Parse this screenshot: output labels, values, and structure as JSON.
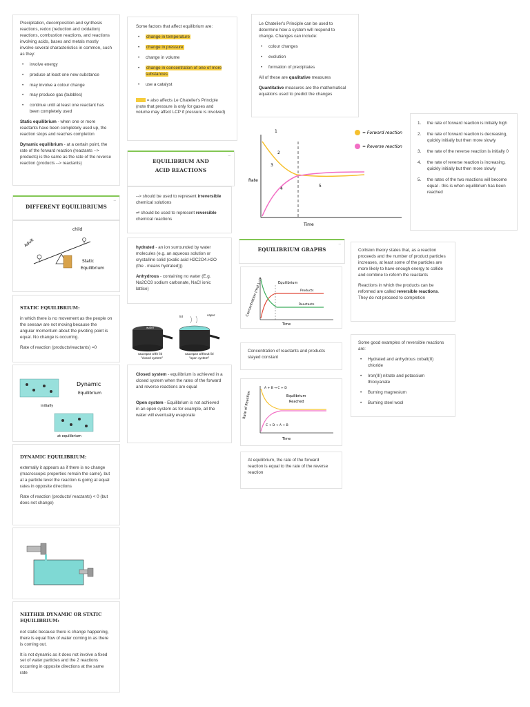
{
  "col1": {
    "intro": {
      "text": "Precipitation, decomposition and synthesis reactions, redox (reduction and oxidation) reactions, combustion reactions, and reactions involving acids, bases and metals mostly involve several characteristics in common, such as they:",
      "bullets": [
        "involve energy",
        "produce at least one new substance",
        "may involve a colour change",
        "may produce gas (bubbles)",
        "continue until at least one reactant has been completely used"
      ],
      "static_term": "Static equilibrium",
      "static_def": " - when one or more reactants have been completely used up, the reaction stops and reaches completion",
      "dynamic_term": "Dynamic equilibrium",
      "dynamic_def": " - at a certain point, the rate of the forward reaction (reactants --> products) is the same as the rate of the reverse reaction (products --> reactants)"
    },
    "header_title": "DIFFERENT EQUILIBRIUMS",
    "seesaw": {
      "adult": "Adult",
      "child": "child",
      "static": "Static",
      "equilibrium": "Equilibrium"
    },
    "static_card": {
      "title": "STATIC EQUILIBRIUM:",
      "text": "in which there is no movement as the people on the seesaw are not moving because the angular momentum about the pivoting point is equal. No change is occurring.",
      "rate": "Rate of reaction (products/reactants) =0"
    },
    "dynamic_sketch": {
      "label1": "Dynamic",
      "label2": "Equilibrium",
      "label3": "initially",
      "label4": "at equilibrium"
    },
    "dynamic_card": {
      "title": "DYNAMIC EQUILIBRIUM:",
      "text": "externally it appears as if there is no change (macroscopic properties remain the same), but at a particle level the reaction is going at equal rates in opposite directions",
      "rate": "Rate of reaction (products/ reactants) < 0 (but does not change)"
    },
    "neither_card": {
      "title": "NEITHER DYNAMIC OR STATIC EQUILIBRIUM:",
      "p1": "not static because there is change happening, there is equal flow of water coming in as there is coming out.",
      "p2": "It is not dynamic as it does not involve a fixed set of water particles and the 2 reactions occurring in opposite directions at the same rate"
    }
  },
  "col2": {
    "factors": {
      "intro": "Some factors that affect equilibrium are:",
      "items": [
        "change in temperature",
        "change in pressure",
        "change in volume",
        "change in concentration of one of more substances",
        "use a catalyst"
      ],
      "note": " = also affects Le Chatelier's Principle (note that pressure is only for gases and volume may affect LCP if pressure is involved)"
    },
    "header_title_1": "EQUILIBRIUM AND",
    "header_title_2": "ACID REACTIONS",
    "arrows": {
      "a1": "--> should be used to represent ",
      "a1_bold": "irreversible",
      "a1_end": " chemical solutions",
      "a2": "⇌ should be used to represent ",
      "a2_bold": "reversible",
      "a2_end": " chemical reactions"
    },
    "hydrated": {
      "term": "hydrated",
      "def": " - an ion surrounded by water molecules (e.g. an aqueous solution or crystalline solid (oxalic acid H2C2O4.H2O (the . means hydrated)))",
      "term2": "Anhydrous",
      "def2": " - containing no water (E.g. Na2CO3 sodium carbonate, NaCl ionic lattice)"
    },
    "pots": {
      "lid": "lid",
      "water": "water",
      "vapour": "vapor",
      "left": "saucepan with lid",
      "left2": "\"closed system\"",
      "right": "saucepan without lid",
      "right2": "\"open system\""
    },
    "systems": {
      "closed_term": "Closed system",
      "closed_def": " - equilibrium is achieved in a closed system when the rates of the forward and reverse reactions are equal",
      "open_term": "Open system",
      "open_def": " - Equilibrium is not achieved in an open system as for example, all the water will eventually evaporate"
    }
  },
  "col3": {
    "lechatelier": {
      "intro": "Le Chatelier's Principle can be used to determine how a system will respond to change. Changes can include:",
      "items": [
        "colour changes",
        "evolution",
        "formation of precipitates"
      ],
      "qual_pre": "All of these are ",
      "qual_bold": "qualitative",
      "qual_post": " measures",
      "quant_bold": "Quantitative",
      "quant_post": " measures are the mathematical equations used to predict the changes"
    },
    "big_graph": {
      "forward": "= Forward reaction",
      "reverse": "= Reverse reaction",
      "xlabel": "Time",
      "ylabel": "Rate",
      "n1": "1",
      "n2": "2",
      "n3": "3",
      "n4": "4",
      "n5": "5"
    },
    "header_title": "EQUILIBRIUM GRAPHS",
    "conc_graph": {
      "ylabel": "Concentration (mol L⁻¹)",
      "eq": "Equilibrium",
      "products": "Products",
      "reactants": "Reactants",
      "xlabel": "Time"
    },
    "conc_caption": "Concentration of reactants and products stayed constant",
    "rate_graph": {
      "ylabel": "Rate of Reaction",
      "top": "A + B → C + D",
      "bottom": "C + D → A + B",
      "eq1": "Equilibrium",
      "eq2": "Reached",
      "xlabel": "Time"
    },
    "rate_caption": "At equilibrium, the rate of the forward reaction is equal to the rate of the reverse reaction"
  },
  "col4": {
    "steps": [
      "the rate of forward reaction is initially high",
      "the rate of forward reaction is decreasing, quickly initially but then more slowly",
      "the rate of the reverse reaction is initially 0",
      "the rate of reverse reaction is increasing, quickly initially but then more slowly",
      "the rates of the two reactions will become equal - this is when equilibrium has been reached"
    ],
    "collision": {
      "p1": "Collision theory states that, as a reaction proceeds and the number of product particles increases, at least some of the particles are more likely to have enough energy to collide and combine to reform the reactants",
      "p2_pre": "Reactions in which the products can be reformed are called ",
      "p2_bold": "reversible reactions",
      "p2_post": ". They do not proceed to completion"
    },
    "examples": {
      "intro": "Some good examples of reversible reactions are:",
      "items": [
        "Hydrated and anhydrous cobalt(II) chloride",
        "Iron(III) nitrate and potassium thiocyanate",
        "Burning magnesium",
        "Burning steel wool"
      ]
    }
  },
  "colors": {
    "highlight": "#f6cc3b",
    "accent_green": "#82c653",
    "forward": "#f6c02e",
    "reverse": "#f26ec4",
    "water": "#7fd9d4"
  }
}
